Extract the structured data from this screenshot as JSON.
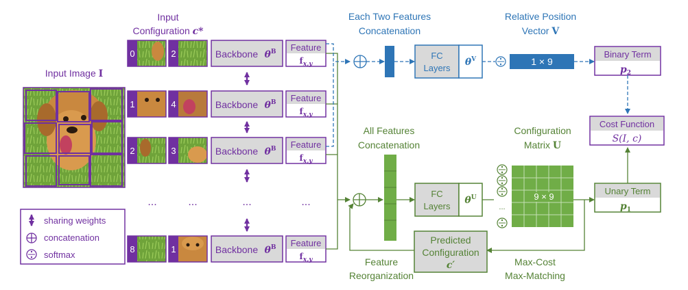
{
  "colors": {
    "purple": "#7030a0",
    "blue": "#2e75b6",
    "green": "#70ad47",
    "green_dark": "#548235",
    "gray": "#d9d9d9"
  },
  "input_image": {
    "label": "Input Image",
    "symbol": "I"
  },
  "input_config": {
    "line1": "Input",
    "line2": "Configuration",
    "symbol": "c*"
  },
  "rows": [
    {
      "idx_a": "0",
      "idx_b": "2",
      "backbone": "Backbone",
      "theta": "θB",
      "feature": "Feature",
      "fsub": "fx,y"
    },
    {
      "idx_a": "1",
      "idx_b": "4",
      "backbone": "Backbone",
      "theta": "θB",
      "feature": "Feature",
      "fsub": "fx,y"
    },
    {
      "idx_a": "2",
      "idx_b": "3",
      "backbone": "Backbone",
      "theta": "θB",
      "feature": "Feature",
      "fsub": "fx,y"
    },
    {
      "idx_a": "8",
      "idx_b": "1",
      "backbone": "Backbone",
      "theta": "θB",
      "feature": "Feature",
      "fsub": "fx,y"
    }
  ],
  "ellipsis": "...",
  "each_two": {
    "line1": "Each Two Features",
    "line2": "Concatenation"
  },
  "fc_v": {
    "line1": "FC",
    "line2": "Layers",
    "theta": "θV"
  },
  "rel_pos": {
    "line1": "Relative Position",
    "line2": "Vector",
    "symbol": "V",
    "value": "1 × 9"
  },
  "binary": {
    "label": "Binary Term",
    "symbol": "p2"
  },
  "cost": {
    "label": "Cost Function",
    "formula": "S(I, c)"
  },
  "all_feat": {
    "line1": "All Features",
    "line2": "Concatenation"
  },
  "fc_u": {
    "line1": "FC",
    "line2": "Layers",
    "theta": "θU"
  },
  "config_matrix": {
    "line1": "Configuration",
    "line2": "Matrix",
    "symbol": "U",
    "value": "9 × 9"
  },
  "unary": {
    "label": "Unary Term",
    "symbol": "p1"
  },
  "predicted": {
    "line1": "Predicted",
    "line2": "Configuration",
    "symbol": "c′"
  },
  "feature_reorg": {
    "line1": "Feature",
    "line2": "Reorganization"
  },
  "max_cost": {
    "line1": "Max-Cost",
    "line2": "Max-Matching"
  },
  "legend": {
    "sharing": "sharing weights",
    "concat": "concatenation",
    "softmax": "softmax"
  }
}
